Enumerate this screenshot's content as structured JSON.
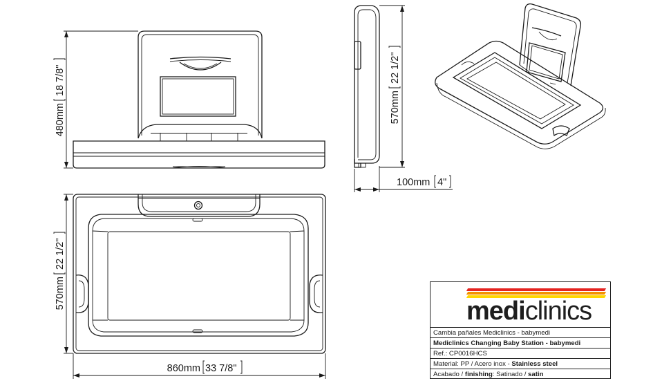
{
  "dimensions": {
    "front_height": "480mm",
    "front_height_in": "18 7/8\"",
    "side_height": "570mm",
    "side_height_in": "22 1/2\"",
    "side_depth": "100mm",
    "side_depth_in": "4\"",
    "top_height": "570mm",
    "top_height_in": "22 1/2\"",
    "top_width": "860mm",
    "top_width_in": "33 7/8\""
  },
  "brand": {
    "name_bold": "medi",
    "name_light": "clinics",
    "stripe_colors": [
      "#e52421",
      "#f39200",
      "#ffd500"
    ]
  },
  "title_block": {
    "line1": "Cambia pañales Mediclinics - babymedi",
    "line2": "Mediclinics Changing Baby Station - babymedi",
    "ref": "Ref.: CP0016HCS",
    "material_prefix": "Material: PP / Acero inox - ",
    "material_bold": "Stainless steel",
    "finish_prefix": "Acabado / ",
    "finish_bold1": "finishing",
    "finish_mid": ": Satinado / ",
    "finish_bold2": "satin"
  }
}
